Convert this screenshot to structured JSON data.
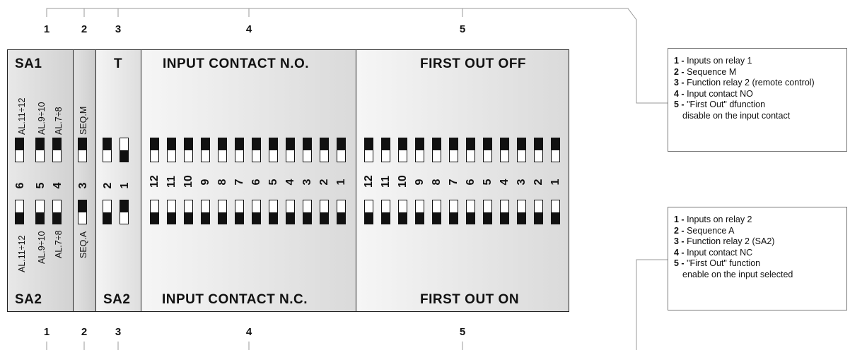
{
  "column_numbers": [
    "1",
    "2",
    "3",
    "4",
    "5"
  ],
  "panel": {
    "sa1_title": "SA1",
    "sa2_title": "SA2",
    "t_title": "T",
    "t_bottom_title": "SA2",
    "no_title": "INPUT CONTACT N.O.",
    "nc_title": "INPUT CONTACT N.C.",
    "fo_off_title": "FIRST OUT OFF",
    "fo_on_title": "FIRST OUT ON",
    "sa1_labels": [
      "AL.11÷12",
      "AL.9÷10",
      "AL.7÷8"
    ],
    "sa2_labels": [
      "AL.11÷12",
      "AL.9÷10",
      "AL.7÷8"
    ],
    "seq_m": "SEQ.M",
    "seq_a": "SEQ.A",
    "sa_numbers": [
      "6",
      "5",
      "4"
    ],
    "seq_number": "3",
    "t_numbers": [
      "2",
      "1"
    ],
    "contact_numbers": [
      "12",
      "11",
      "10",
      "9",
      "8",
      "7",
      "6",
      "5",
      "4",
      "3",
      "2",
      "1"
    ]
  },
  "switches": {
    "sa1_top": [
      "top",
      "top",
      "top"
    ],
    "seq_top": "top",
    "t_top": [
      "top",
      "bottom"
    ],
    "no_top": [
      "top",
      "top",
      "top",
      "top",
      "top",
      "top",
      "top",
      "top",
      "top",
      "top",
      "top",
      "top"
    ],
    "fo_top": [
      "top",
      "top",
      "top",
      "top",
      "top",
      "top",
      "top",
      "top",
      "top",
      "top",
      "top",
      "top"
    ],
    "sa2_bottom": [
      "bottom",
      "bottom",
      "bottom"
    ],
    "seq_bottom": "top",
    "t_bottom": [
      "bottom",
      "top"
    ],
    "nc_bottom": [
      "bottom",
      "bottom",
      "bottom",
      "bottom",
      "bottom",
      "bottom",
      "bottom",
      "bottom",
      "bottom",
      "bottom",
      "bottom",
      "bottom"
    ],
    "fo_bottom": [
      "bottom",
      "bottom",
      "bottom",
      "bottom",
      "bottom",
      "bottom",
      "bottom",
      "bottom",
      "bottom",
      "bottom",
      "bottom",
      "bottom"
    ]
  },
  "legend_top": [
    {
      "n": "1 -",
      "t": "Inputs on relay 1"
    },
    {
      "n": "2 -",
      "t": "Sequence M"
    },
    {
      "n": "3 -",
      "t": "Function relay 2 (remote control)"
    },
    {
      "n": "4 -",
      "t": "Input contact NO"
    },
    {
      "n": "5 -",
      "t": "\"First Out\" dfunction"
    },
    {
      "n": "",
      "t": "disable on the input contact"
    }
  ],
  "legend_bottom": [
    {
      "n": "1 -",
      "t": "Inputs on relay 2"
    },
    {
      "n": "2 -",
      "t": "Sequence A"
    },
    {
      "n": "3 -",
      "t": "Function relay 2 (SA2)"
    },
    {
      "n": "4 -",
      "t": "Input contact NC"
    },
    {
      "n": "5 -",
      "t": "\"First Out\" function"
    },
    {
      "n": "",
      "t": "enable on the input selected"
    }
  ]
}
